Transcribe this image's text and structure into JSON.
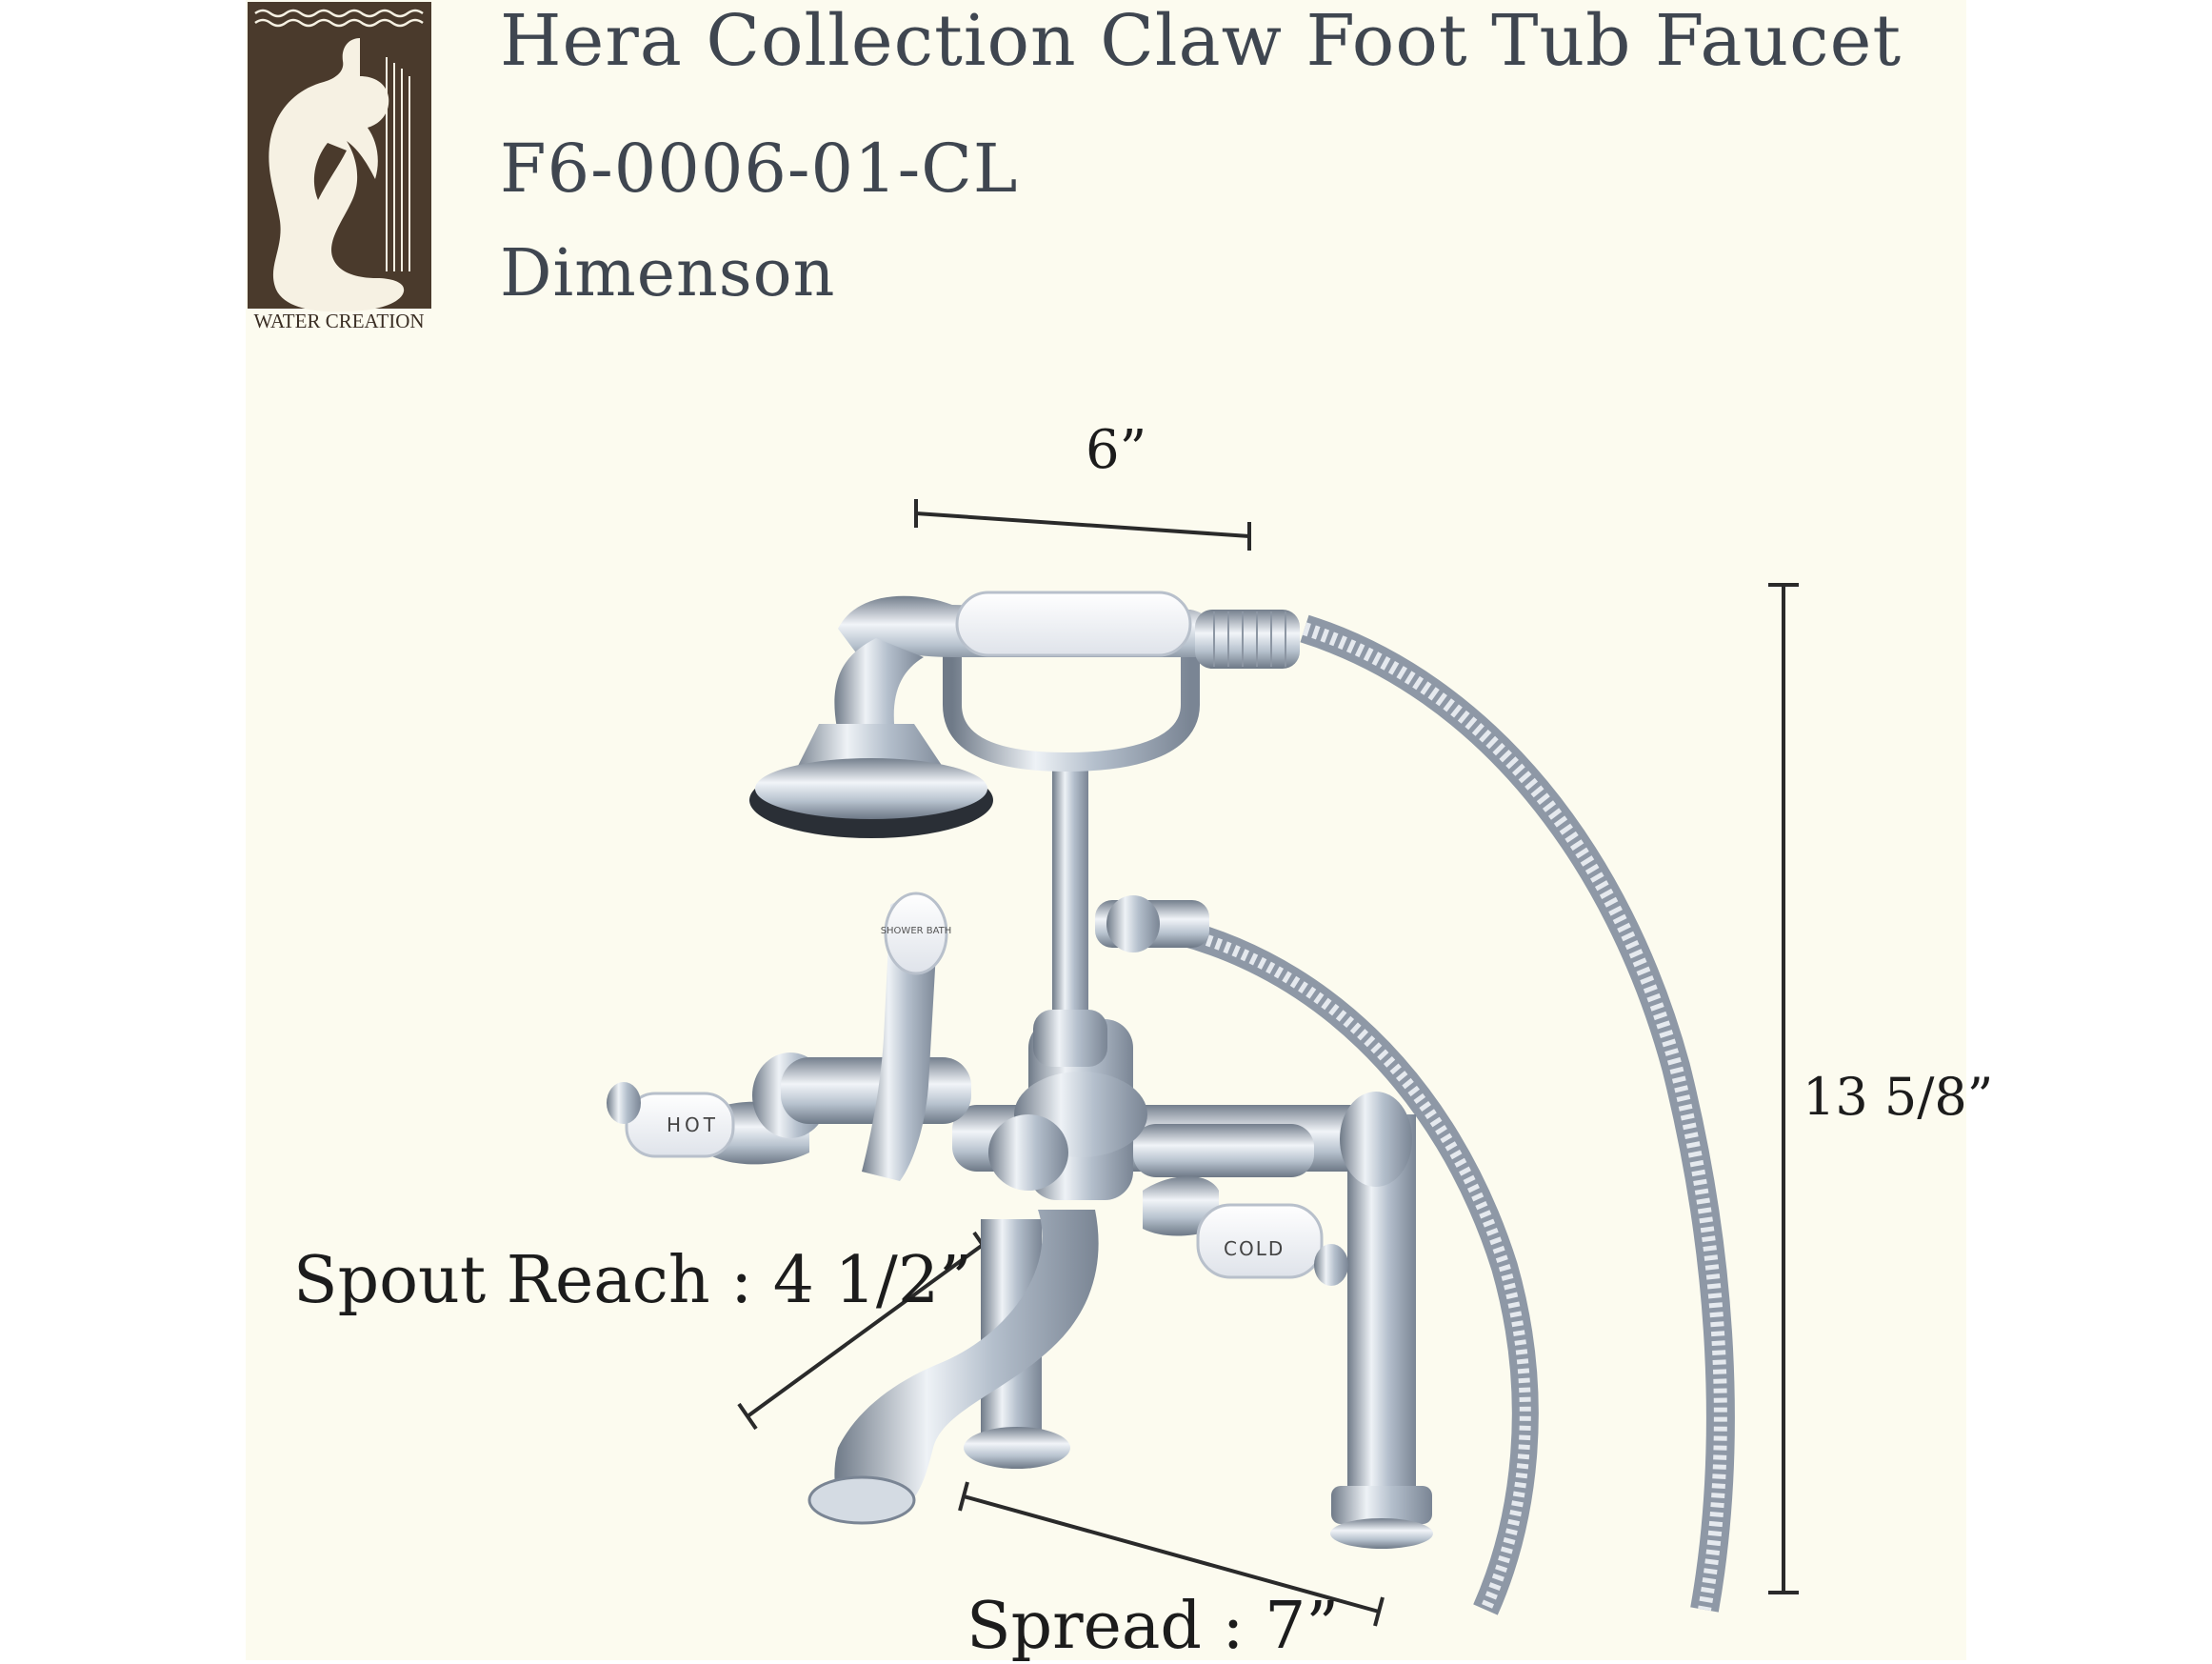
{
  "header": {
    "title": "Hera Collection Claw Foot Tub Faucet",
    "model": "F6-0006-01-CL",
    "subtitle": "Dimenson"
  },
  "logo": {
    "brand": "WATER CREATION",
    "colors": {
      "background": "#4a3a2c",
      "figure": "#f6f1e3"
    }
  },
  "dimensions": {
    "handshower_width": "6”",
    "height": "13  5/8”",
    "spout_reach": "Spout Reach : 4 1/2”",
    "spread": "Spread : 7”"
  },
  "product_labels": {
    "hot": "HOT",
    "cold": "COLD",
    "diverter": "SHOWER BATH"
  },
  "colors": {
    "panel_bg": "#fcfbef",
    "heading_text": "#3f4650",
    "dimension_line": "#2a2a2a",
    "chrome": "#b9c3cf"
  }
}
